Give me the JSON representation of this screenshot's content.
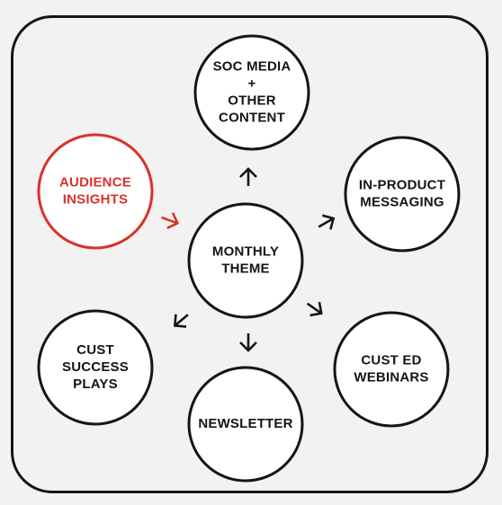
{
  "colors": {
    "ink": "#151515",
    "accent": "#d8322b",
    "background": "#f2f2f2"
  },
  "nodes": [
    {
      "id": "center",
      "lines": [
        "MONTHLY",
        "THEME"
      ],
      "accent": false
    },
    {
      "id": "top",
      "lines": [
        "SOC MEDIA",
        "+",
        "OTHER",
        "CONTENT"
      ],
      "accent": false
    },
    {
      "id": "upper-right",
      "lines": [
        "IN-PRODUCT",
        "MESSAGING"
      ],
      "accent": false
    },
    {
      "id": "lower-right",
      "lines": [
        "CUST ED",
        "WEBINARS"
      ],
      "accent": false
    },
    {
      "id": "bottom",
      "lines": [
        "NEWSLETTER"
      ],
      "accent": false
    },
    {
      "id": "lower-left",
      "lines": [
        "CUST",
        "SUCCESS",
        "PLAYS"
      ],
      "accent": false
    },
    {
      "id": "upper-left",
      "lines": [
        "AUDIENCE",
        "INSIGHTS"
      ],
      "accent": true
    }
  ],
  "arrows": [
    {
      "from": "center",
      "to": "top",
      "direction": "up"
    },
    {
      "from": "center",
      "to": "upper-right",
      "direction": "up-right"
    },
    {
      "from": "center",
      "to": "lower-right",
      "direction": "down-right"
    },
    {
      "from": "center",
      "to": "bottom",
      "direction": "down"
    },
    {
      "from": "center",
      "to": "lower-left",
      "direction": "down-left"
    },
    {
      "from": "upper-left",
      "to": "center",
      "direction": "right",
      "accent": true
    }
  ]
}
